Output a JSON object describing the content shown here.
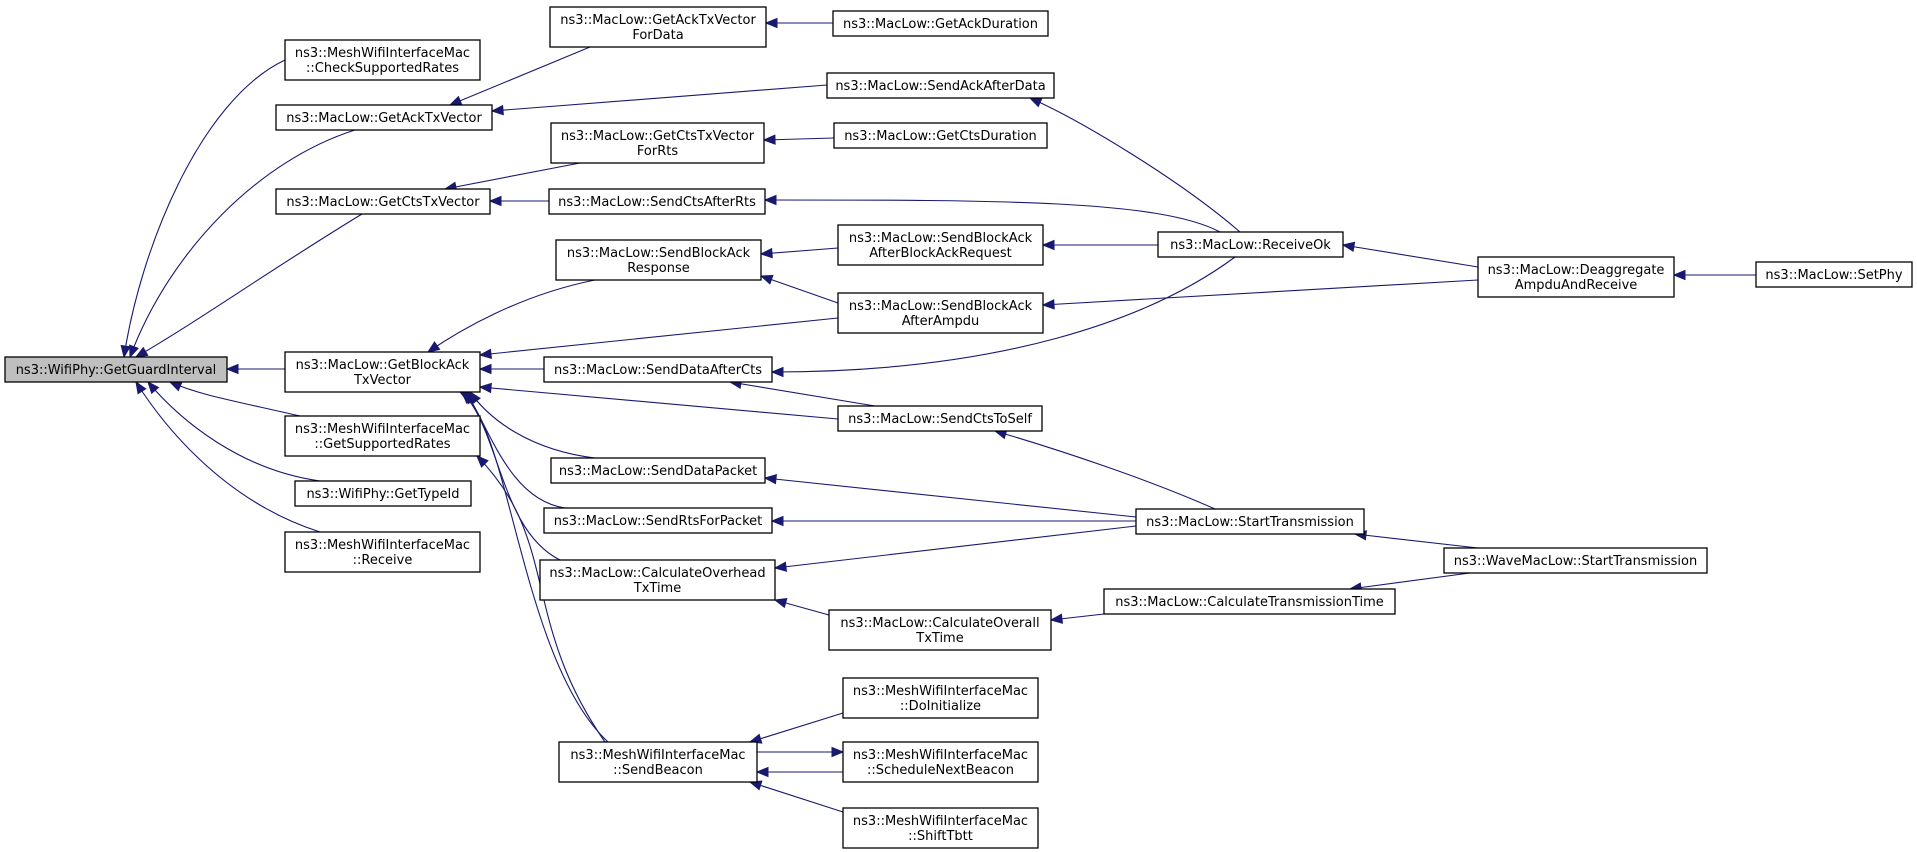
{
  "graph": {
    "edge_color": "#191970",
    "root_fill": "#bfbfbf",
    "nodes": {
      "getguardinterval": {
        "lines": [
          "ns3::WifiPhy::GetGuardInterval"
        ],
        "root": true
      },
      "checksupportedrates": {
        "lines": [
          "ns3::MeshWifiInterfaceMac",
          "::CheckSupportedRates"
        ]
      },
      "getacktxvector": {
        "lines": [
          "ns3::MacLow::GetAckTxVector"
        ]
      },
      "getctstxvector": {
        "lines": [
          "ns3::MacLow::GetCtsTxVector"
        ]
      },
      "getblockacktxvector": {
        "lines": [
          "ns3::MacLow::GetBlockAck",
          "TxVector"
        ]
      },
      "getsupportedrates": {
        "lines": [
          "ns3::MeshWifiInterfaceMac",
          "::GetSupportedRates"
        ]
      },
      "gettypeid": {
        "lines": [
          "ns3::WifiPhy::GetTypeId"
        ]
      },
      "meshreceive": {
        "lines": [
          "ns3::MeshWifiInterfaceMac",
          "::Receive"
        ]
      },
      "getacktxvectorfordata": {
        "lines": [
          "ns3::MacLow::GetAckTxVector",
          "ForData"
        ]
      },
      "getctstxvectorforrts": {
        "lines": [
          "ns3::MacLow::GetCtsTxVector",
          "ForRts"
        ]
      },
      "sendctsafterrts": {
        "lines": [
          "ns3::MacLow::SendCtsAfterRts"
        ]
      },
      "sendblockackresponse": {
        "lines": [
          "ns3::MacLow::SendBlockAck",
          "Response"
        ]
      },
      "senddataafterctx": {
        "lines": [
          "ns3::MacLow::SendDataAfterCts"
        ]
      },
      "senddatapacket": {
        "lines": [
          "ns3::MacLow::SendDataPacket"
        ]
      },
      "sendrtsforpacket": {
        "lines": [
          "ns3::MacLow::SendRtsForPacket"
        ]
      },
      "calculateoverheadtxtime": {
        "lines": [
          "ns3::MacLow::CalculateOverhead",
          "TxTime"
        ]
      },
      "sendbeacon": {
        "lines": [
          "ns3::MeshWifiInterfaceMac",
          "::SendBeacon"
        ]
      },
      "getackduration": {
        "lines": [
          "ns3::MacLow::GetAckDuration"
        ]
      },
      "sendackafterdata": {
        "lines": [
          "ns3::MacLow::SendAckAfterData"
        ]
      },
      "getctsduration": {
        "lines": [
          "ns3::MacLow::GetCtsDuration"
        ]
      },
      "sendblockackafterbar": {
        "lines": [
          "ns3::MacLow::SendBlockAck",
          "AfterBlockAckRequest"
        ]
      },
      "sendblockackafterampdu": {
        "lines": [
          "ns3::MacLow::SendBlockAck",
          "AfterAmpdu"
        ]
      },
      "sendctstoself": {
        "lines": [
          "ns3::MacLow::SendCtsToSelf"
        ]
      },
      "calculateoveralltxtime": {
        "lines": [
          "ns3::MacLow::CalculateOverall",
          "TxTime"
        ]
      },
      "doinitialize": {
        "lines": [
          "ns3::MeshWifiInterfaceMac",
          "::DoInitialize"
        ]
      },
      "schedulenextbeacon": {
        "lines": [
          "ns3::MeshWifiInterfaceMac",
          "::ScheduleNextBeacon"
        ]
      },
      "shifttbtt": {
        "lines": [
          "ns3::MeshWifiInterfaceMac",
          "::ShiftTbtt"
        ]
      },
      "receiveok": {
        "lines": [
          "ns3::MacLow::ReceiveOk"
        ]
      },
      "starttransmission": {
        "lines": [
          "ns3::MacLow::StartTransmission"
        ]
      },
      "calculatetransmissiontime": {
        "lines": [
          "ns3::MacLow::CalculateTransmissionTime"
        ]
      },
      "deaggregateampdu": {
        "lines": [
          "ns3::MacLow::Deaggregate",
          "AmpduAndReceive"
        ]
      },
      "wavestarttransmission": {
        "lines": [
          "ns3::WaveMacLow::StartTransmission"
        ]
      },
      "setphy": {
        "lines": [
          "ns3::MacLow::SetPhy"
        ]
      }
    },
    "edges": [
      [
        "checksupportedrates",
        "getguardinterval"
      ],
      [
        "getacktxvector",
        "getguardinterval"
      ],
      [
        "getctstxvector",
        "getguardinterval"
      ],
      [
        "getblockacktxvector",
        "getguardinterval"
      ],
      [
        "getsupportedrates",
        "getguardinterval"
      ],
      [
        "gettypeid",
        "getguardinterval"
      ],
      [
        "meshreceive",
        "getguardinterval"
      ],
      [
        "getacktxvectorfordata",
        "getacktxvector"
      ],
      [
        "sendackafterdata",
        "getacktxvector"
      ],
      [
        "getackduration",
        "getacktxvectorfordata"
      ],
      [
        "receiveok",
        "sendackafterdata"
      ],
      [
        "getctstxvectorforrts",
        "getctstxvector"
      ],
      [
        "sendctsafterrts",
        "getctstxvector"
      ],
      [
        "getctsduration",
        "getctstxvectorforrts"
      ],
      [
        "receiveok",
        "sendctsafterrts"
      ],
      [
        "sendblockackresponse",
        "getblockacktxvector"
      ],
      [
        "sendblockackafterampdu",
        "getblockacktxvector"
      ],
      [
        "senddataafterctx",
        "getblockacktxvector"
      ],
      [
        "sendctstoself",
        "getblockacktxvector"
      ],
      [
        "senddatapacket",
        "getblockacktxvector"
      ],
      [
        "sendrtsforpacket",
        "getblockacktxvector"
      ],
      [
        "calculateoverheadtxtime",
        "getblockacktxvector"
      ],
      [
        "sendbeacon",
        "getblockacktxvector"
      ],
      [
        "sendblockackafterbar",
        "sendblockackresponse"
      ],
      [
        "sendblockackafterampdu",
        "sendblockackresponse"
      ],
      [
        "receiveok",
        "sendblockackafterbar"
      ],
      [
        "deaggregateampdu",
        "sendblockackafterampdu"
      ],
      [
        "deaggregateampdu",
        "receiveok"
      ],
      [
        "setphy",
        "deaggregateampdu"
      ],
      [
        "receiveok",
        "senddataafterctx"
      ],
      [
        "sendctstoself",
        "senddataafterctx"
      ],
      [
        "starttransmission",
        "sendctstoself"
      ],
      [
        "starttransmission",
        "senddatapacket"
      ],
      [
        "starttransmission",
        "sendrtsforpacket"
      ],
      [
        "starttransmission",
        "calculateoverheadtxtime"
      ],
      [
        "wavestarttransmission",
        "starttransmission"
      ],
      [
        "calculateoveralltxtime",
        "calculateoverheadtxtime"
      ],
      [
        "calculatetransmissiontime",
        "calculateoveralltxtime"
      ],
      [
        "wavestarttransmission",
        "calculatetransmissiontime"
      ],
      [
        "sendbeacon",
        "getsupportedrates"
      ],
      [
        "doinitialize",
        "sendbeacon"
      ],
      [
        "schedulenextbeacon",
        "sendbeacon"
      ],
      [
        "sendbeacon",
        "schedulenextbeacon"
      ],
      [
        "shifttbtt",
        "sendbeacon"
      ]
    ]
  }
}
